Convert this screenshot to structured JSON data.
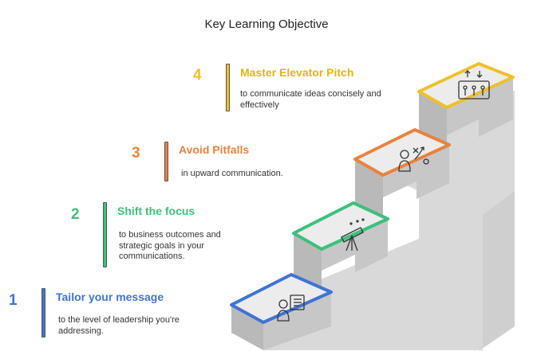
{
  "title": "Key Learning Objective",
  "colors": {
    "step1": "#3f74d4",
    "step2": "#3dc07d",
    "step3": "#e8833f",
    "step4": "#eec12a",
    "stair_top": "#ececec",
    "stair_side": "#b9b9b9"
  },
  "steps": [
    {
      "number": "1",
      "heading": "Tailor your message",
      "description": "to the level of leadership you're addressing.",
      "icon": "person-document-icon"
    },
    {
      "number": "2",
      "heading": "Shift the focus",
      "description": "to business outcomes and strategic goals in your communications.",
      "icon": "telescope-icon"
    },
    {
      "number": "3",
      "heading": "Avoid Pitfalls",
      "description": "in upward communication.",
      "icon": "strategy-person-icon"
    },
    {
      "number": "4",
      "heading": "Master Elevator Pitch",
      "description": "to communicate ideas concisely and effectively",
      "icon": "elevator-icon"
    }
  ]
}
